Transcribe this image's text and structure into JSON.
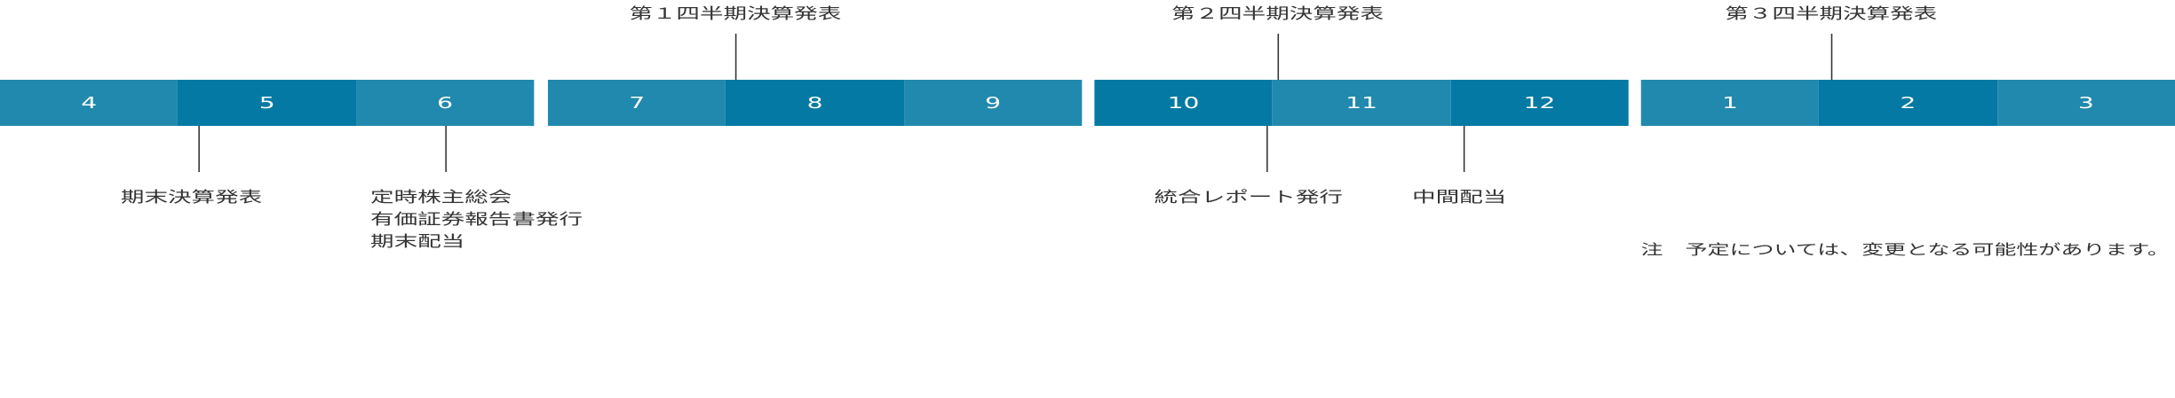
{
  "quarters": [
    {
      "months": [
        "4",
        "5",
        "6"
      ]
    },
    {
      "months": [
        "7",
        "8",
        "9"
      ]
    },
    {
      "months": [
        "10",
        "11",
        "12"
      ]
    },
    {
      "months": [
        "1",
        "2",
        "3"
      ]
    }
  ],
  "events_top": [
    "第１四半期決算発表",
    "第２四半期決算発表",
    "第３四半期決算発表"
  ],
  "events_bottom": {
    "may": "期末決算発表",
    "june": [
      "定時株主総会",
      "有価証券報告書発行",
      "期末配当"
    ],
    "october": "統合レポート発行",
    "december": "中間配当"
  },
  "note": "注　予定については、変更となる可能性があります。",
  "colors": {
    "light": "#2289ae",
    "dark": "#0479a3",
    "line": "#333333"
  }
}
